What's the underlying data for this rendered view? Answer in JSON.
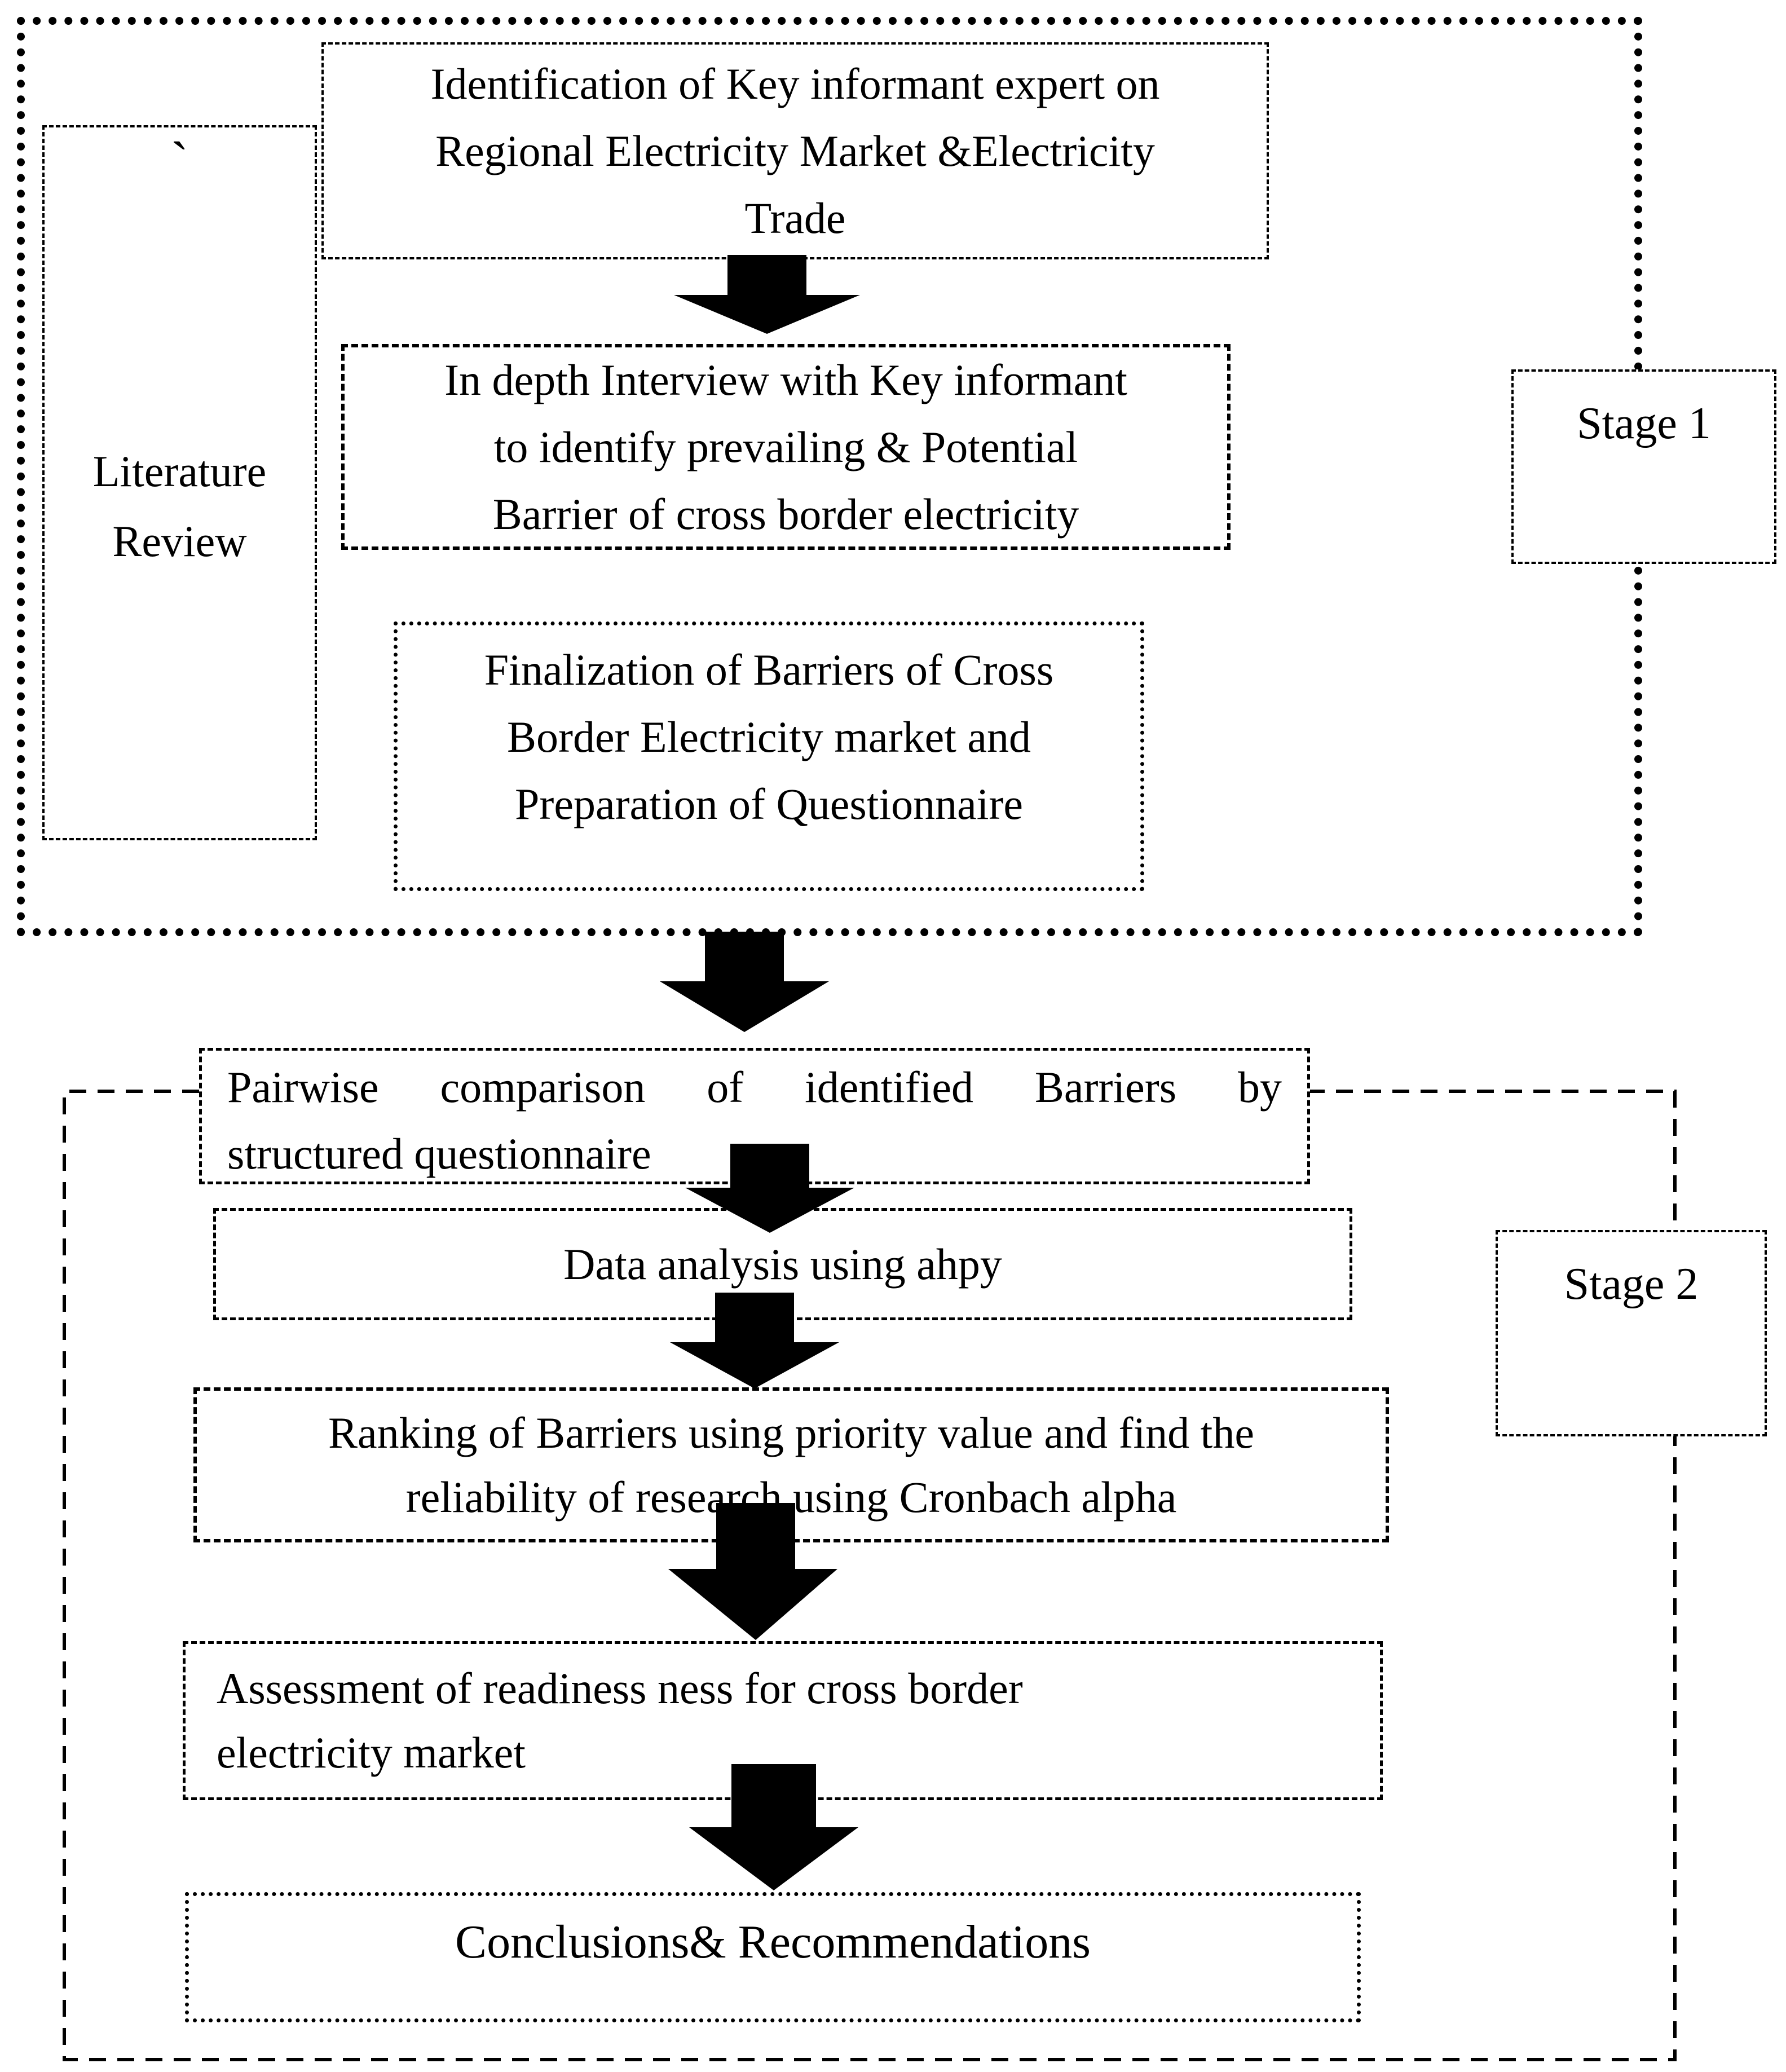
{
  "flowchart": {
    "stage1": {
      "label": "Stage 1",
      "literature_review": {
        "mark": "`",
        "text": "Literature Review"
      },
      "identification": {
        "lines": [
          "Identification of Key informant expert on",
          "Regional Electricity Market &Electricity",
          "Trade"
        ]
      },
      "in_depth_interview": {
        "lines": [
          "In depth Interview with Key informant",
          "to identify prevailing & Potential",
          "Barrier of cross border electricity"
        ]
      },
      "finalization": {
        "lines": [
          "Finalization of Barriers of Cross",
          "Border Electricity market and",
          "Preparation of Questionnaire"
        ]
      }
    },
    "stage2": {
      "label": "Stage 2",
      "pairwise": {
        "lines": [
          "Pairwise comparison of identified Barriers by",
          "structured questionnaire"
        ]
      },
      "data_analysis": {
        "text": "Data analysis using ahpy"
      },
      "ranking": {
        "lines": [
          "Ranking of Barriers using priority value and find the",
          "reliability of research using Cronbach alpha"
        ]
      },
      "assessment": {
        "lines": [
          "Assessment of readiness ness for cross border",
          "electricity market"
        ]
      },
      "conclusions": {
        "text": "Conclusions& Recommendations"
      }
    }
  }
}
